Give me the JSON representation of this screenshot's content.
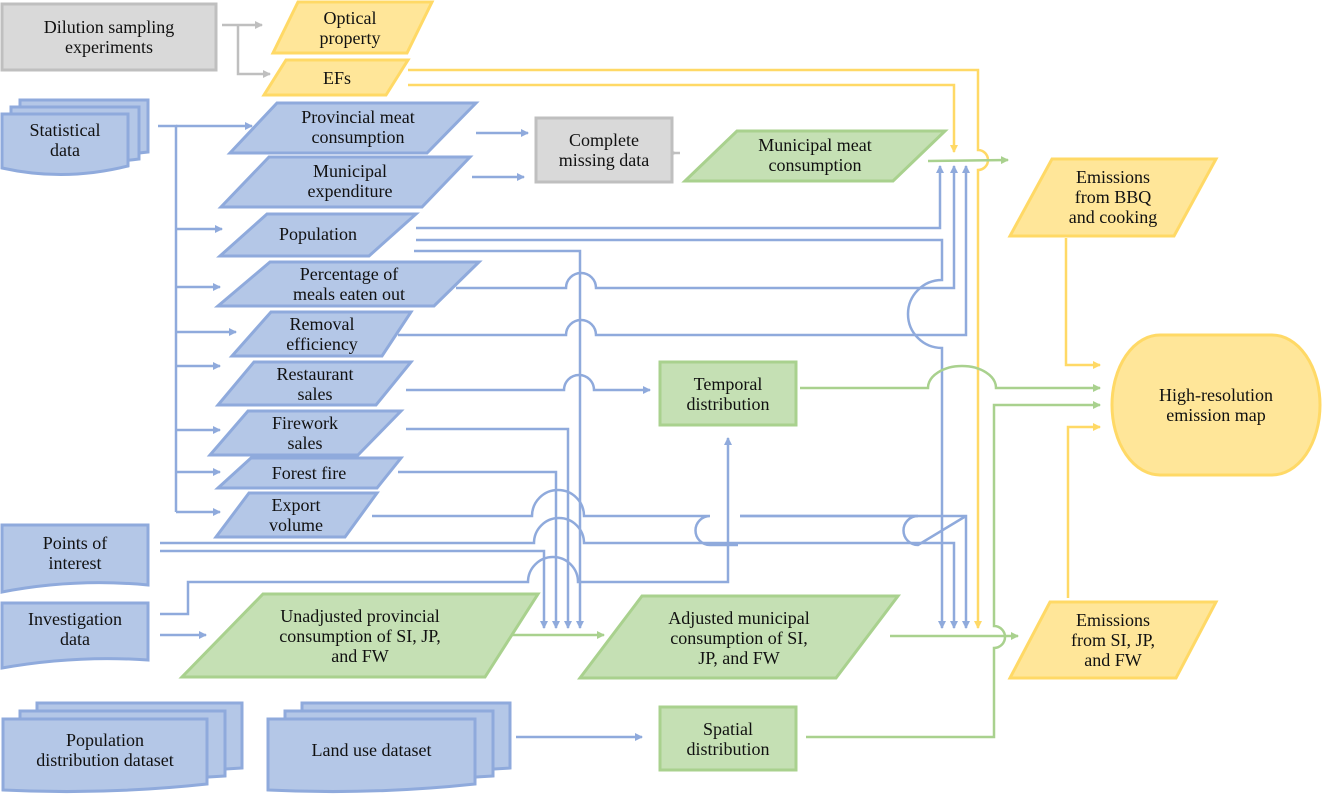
{
  "colors": {
    "blue_fill": "#b4c7e7",
    "blue_line": "#8faadc",
    "yellow_fill": "#ffe699",
    "yellow_line": "#ffd966",
    "green_fill": "#c5e0b4",
    "green_line": "#a9d18e",
    "gray_fill": "#d9d9d9",
    "gray_line": "#bfbfbf"
  },
  "nodes": {
    "dilution": "Dilution sampling\nexperiments",
    "optical": "Optical\nproperty",
    "efs": "EFs",
    "statistical": "Statistical\ndata",
    "prov_meat": "Provincial meat\nconsumption",
    "muni_exp": "Municipal\nexpenditure",
    "complete": "Complete\nmissing data",
    "muni_meat": "Municipal meat\nconsumption",
    "emis_bbq": "Emissions\nfrom BBQ\nand cooking",
    "population": "Population",
    "pct_meals": "Percentage  of\nmeals eaten out",
    "removal": "Removal\nefficiency",
    "restaurant": "Restaurant\nsales",
    "temporal": "Temporal\ndistribution",
    "firework": "Firework\nsales",
    "forest": "Forest fire",
    "export": "Export\nvolume",
    "hires": "High-resolution\nemission map",
    "poi": "Points of\ninterest",
    "investigation": "Investigation\ndata",
    "unadjusted": "Unadjusted provincial\nconsumption of SI, JP,\nand FW",
    "adjusted": "Adjusted municipal\nconsumption of SI,\nJP, and FW",
    "emis_si": "Emissions\nfrom SI, JP,\nand FW",
    "popdist": "Population\ndistribution dataset",
    "landuse": "Land use dataset",
    "spatial": "Spatial\ndistribution"
  }
}
